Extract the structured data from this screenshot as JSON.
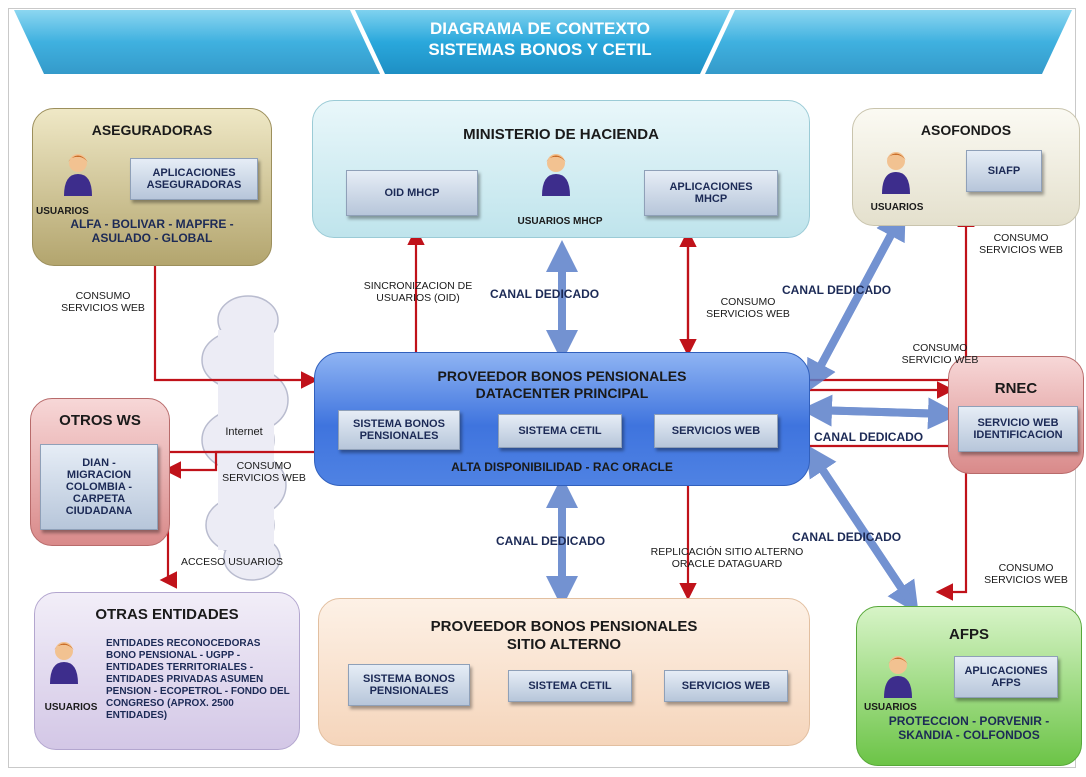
{
  "header": {
    "title_line1": "DIAGRAMA DE CONTEXTO",
    "title_line2": "SISTEMAS BONOS Y CETIL"
  },
  "colors": {
    "header_blue": "#2aa8dc",
    "arrow_red": "#c0121a",
    "arrow_blue": "#5b7fc9",
    "center_blue": "#4a7fe0",
    "aseguradoras_bg": "#b9ad7a",
    "ministerio_bg": "#c7eaf0",
    "asofondos_bg": "#e9e6d8",
    "otros_ws_bg": "#e79a9a",
    "rnec_bg": "#e79a9a",
    "otras_entidades_bg": "#dcd3ea",
    "alterno_bg": "#f7dcc5",
    "afps_bg": "#8bd36a"
  },
  "aseguradoras": {
    "title": "ASEGURADORAS",
    "app": "APLICACIONES ASEGURADORAS",
    "users": "USUARIOS",
    "members_line1": "ALFA - BOLIVAR - MAPFRE -",
    "members_line2": "ASULADO - GLOBAL"
  },
  "ministerio": {
    "title": "MINISTERIO DE HACIENDA",
    "oid": "OID MHCP",
    "users": "USUARIOS MHCP",
    "apps": "APLICACIONES MHCP"
  },
  "asofondos": {
    "title": "ASOFONDOS",
    "users": "USUARIOS",
    "app": "SIAFP"
  },
  "otros_ws": {
    "title": "OTROS WS",
    "content": "DIAN - MIGRACION COLOMBIA - CARPETA CIUDADANA"
  },
  "rnec": {
    "title": "RNEC",
    "service": "SERVICIO WEB IDENTIFICACION"
  },
  "principal": {
    "title_line1": "PROVEEDOR BONOS PENSIONALES",
    "title_line2": "DATACENTER PRINCIPAL",
    "sys1": "SISTEMA BONOS PENSIONALES",
    "sys2": "SISTEMA CETIL",
    "sys3": "SERVICIOS WEB",
    "footer": "ALTA DISPONIBILIDAD - RAC ORACLE"
  },
  "alterno": {
    "title_line1": "PROVEEDOR BONOS PENSIONALES",
    "title_line2": "SITIO ALTERNO",
    "sys1": "SISTEMA BONOS PENSIONALES",
    "sys2": "SISTEMA CETIL",
    "sys3": "SERVICIOS WEB"
  },
  "otras_entidades": {
    "title": "OTRAS ENTIDADES",
    "users": "USUARIOS",
    "content": "ENTIDADES RECONOCEDORAS BONO PENSIONAL - UGPP - ENTIDADES TERRITORIALES - ENTIDADES PRIVADAS ASUMEN PENSION - ECOPETROL - FONDO DEL CONGRESO (APROX. 2500 ENTIDADES)"
  },
  "afps": {
    "title": "AFPS",
    "app": "APLICACIONES AFPS",
    "users": "USUARIOS",
    "members_line1": "PROTECCION - PORVENIR -",
    "members_line2": "SKANDIA - COLFONDOS"
  },
  "labels": {
    "consumo_aseg": "CONSUMO SERVICIOS WEB",
    "sincronizacion": "SINCRONIZACION DE USUARIOS (OID)",
    "canal_mh": "CANAL DEDICADO",
    "consumo_mh": "CONSUMO SERVICIOS WEB",
    "canal_asof": "CANAL DEDICADO",
    "consumo_asof": "CONSUMO SERVICIOS WEB",
    "consumo_rnec": "CONSUMO SERVICIO WEB",
    "canal_rnec": "CANAL DEDICADO",
    "internet": "Internet",
    "consumo_otros": "CONSUMO SERVICIOS WEB",
    "acceso_usuarios": "ACCESO USUARIOS",
    "canal_alterno": "CANAL DEDICADO",
    "replicacion": "REPLICACIÓN SITIO ALTERNO ORACLE DATAGUARD",
    "canal_afps": "CANAL DEDICADO",
    "consumo_afps": "CONSUMO SERVICIOS WEB"
  }
}
